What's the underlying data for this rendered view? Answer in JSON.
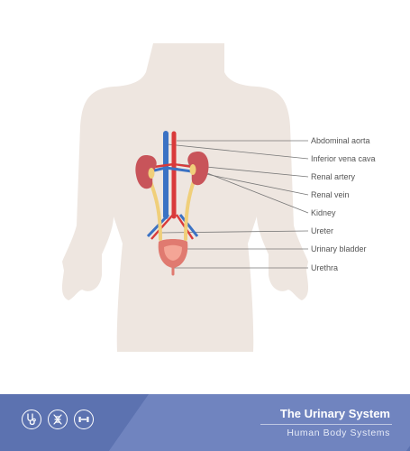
{
  "colors": {
    "body": "#eee6e0",
    "artery": "#d93a3a",
    "vein": "#3b72c4",
    "kidney": "#c8545a",
    "ureter": "#f0cf7a",
    "bladder": "#e07a70",
    "banner": "#5c72b0"
  },
  "labels": [
    "Abdominal aorta",
    "Inferior vena cava",
    "Renal artery",
    "Renal vein",
    "Kidney",
    "Ureter",
    "Urinary bladder",
    "Urethra"
  ],
  "stock_id": "#90315031",
  "banner": {
    "title": "The Urinary System",
    "subtitle": "Human Body Systems",
    "icons": [
      "stethoscope-icon",
      "dna-icon",
      "dumbbell-icon"
    ]
  }
}
